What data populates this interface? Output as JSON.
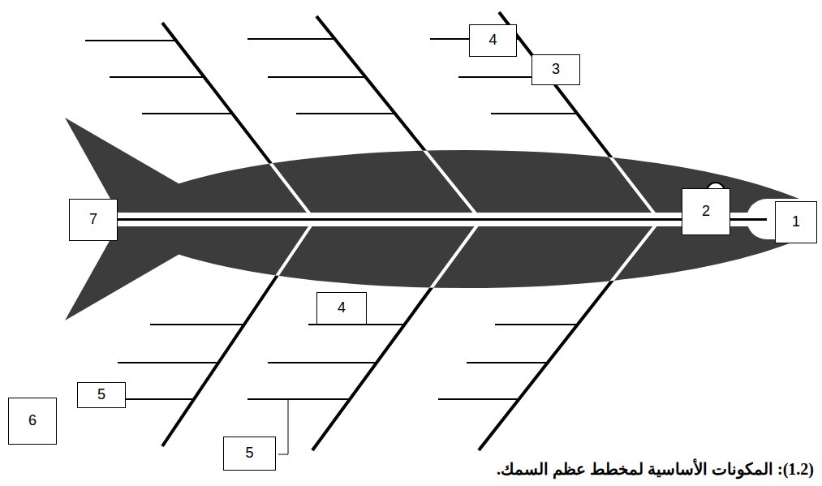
{
  "diagram": {
    "caption": "(1.2): المكونات الأساسية لمخطط عظم السمك.",
    "nodes": [
      {
        "text": [
          "4"
        ]
      },
      {
        "text": [
          "3"
        ]
      },
      {
        "text": [
          "7"
        ]
      },
      {
        "text": [
          "2"
        ]
      },
      {
        "text": [
          "1"
        ]
      },
      {
        "text": [
          "4"
        ]
      },
      {
        "text": [
          "5"
        ]
      },
      {
        "text": [
          "6"
        ]
      },
      {
        "text": [
          "5"
        ]
      }
    ]
  }
}
